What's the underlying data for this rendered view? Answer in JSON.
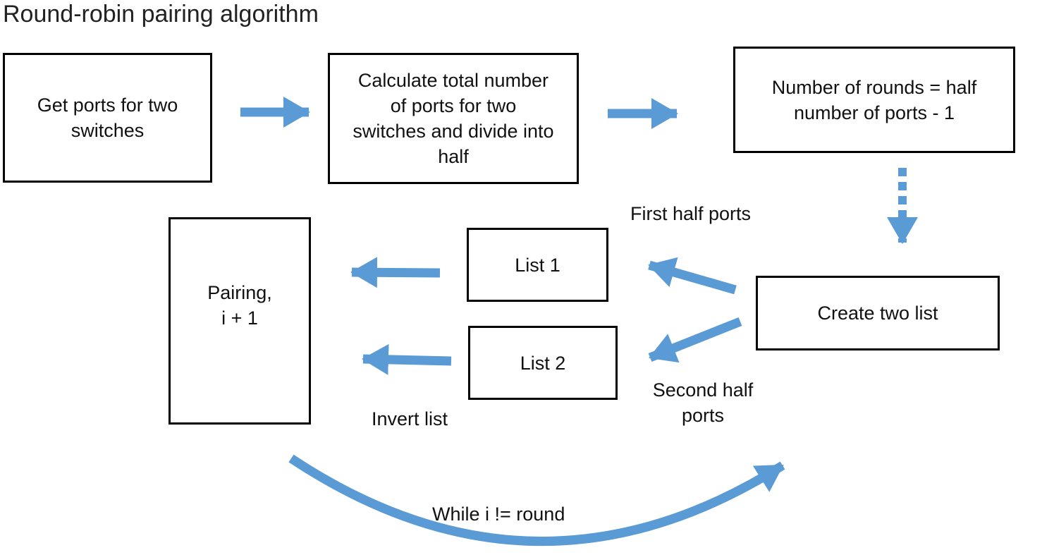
{
  "title": "Round-robin pairing algorithm",
  "colors": {
    "arrow": "#5b9bd5",
    "box_border": "#000000",
    "background": "#ffffff"
  },
  "boxes": {
    "get_ports": [
      "Get ports for two",
      "switches"
    ],
    "calculate": [
      "Calculate total number",
      "of ports for two",
      "switches and divide into",
      "half"
    ],
    "rounds": [
      "Number of rounds = half",
      "number of ports - 1"
    ],
    "create_lists": [
      "Create two list"
    ],
    "list1": [
      "List 1"
    ],
    "list2": [
      "List 2"
    ],
    "pairing": [
      "Pairing,",
      "i + 1"
    ]
  },
  "labels": {
    "first_half": [
      "First half ports"
    ],
    "second_half": [
      "Second half",
      "ports"
    ],
    "invert": [
      "Invert list"
    ],
    "loop": [
      "While i != round"
    ]
  }
}
